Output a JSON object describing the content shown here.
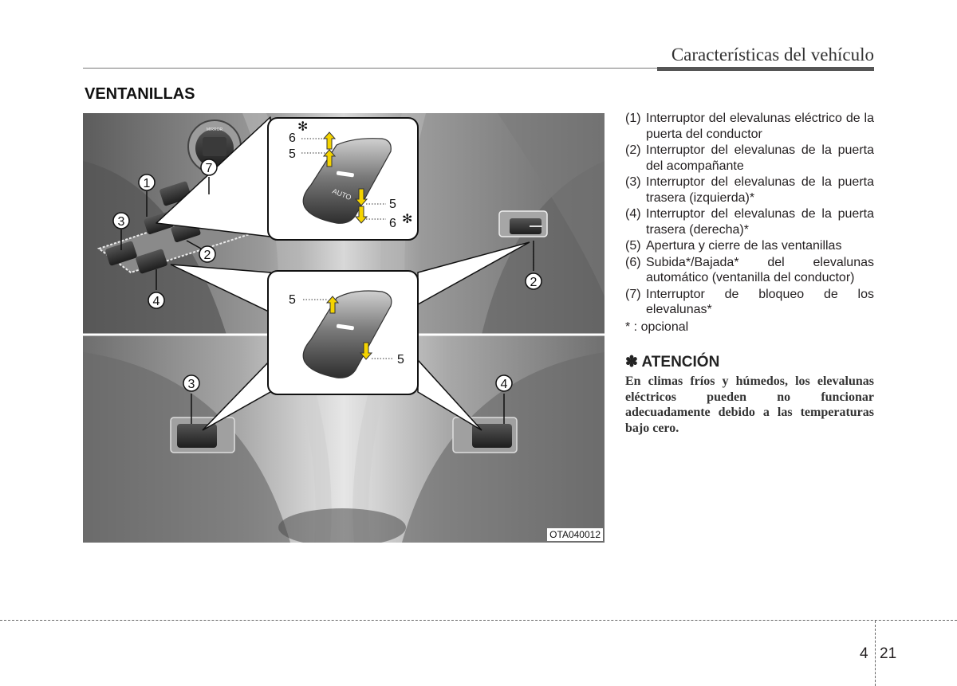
{
  "header": {
    "title": "Características del vehículo"
  },
  "section": {
    "heading": "VENTANILLAS"
  },
  "figure": {
    "code": "OTA040012",
    "mirror_label": "MIRROR",
    "auto_label": "AUTO",
    "markers": [
      "1",
      "2",
      "3",
      "4",
      "7",
      "2",
      "3",
      "4"
    ],
    "callout_top": {
      "label_6_up": "6",
      "label_5_up": "5",
      "label_5_down": "5",
      "label_6_down": "6",
      "asterisk": "✻"
    },
    "callout_mid": {
      "label_5_up": "5",
      "label_5_down": "5"
    }
  },
  "legend": [
    {
      "num": "(1)",
      "text": "Interruptor del elevalunas eléctrico de la puerta del conductor"
    },
    {
      "num": "(2)",
      "text": "Interruptor del elevalunas de la puerta del acompañante"
    },
    {
      "num": "(3)",
      "text": "Interruptor del elevalunas de la puerta trasera (izquierda)*"
    },
    {
      "num": "(4)",
      "text": "Interruptor del elevalunas de la puerta trasera (derecha)*"
    },
    {
      "num": "(5)",
      "text": "Apertura y cierre de las ventanillas"
    },
    {
      "num": "(6)",
      "text": "Subida*/Bajada* del elevalunas automático (ventanilla del conductor)"
    },
    {
      "num": "(7)",
      "text": "Interruptor de bloqueo de los elevalunas*"
    }
  ],
  "optional_note": "* : opcional",
  "caution": {
    "title": "✽ ATENCIÓN",
    "text": "En climas fríos y húmedos, los elevalunas eléctricos pueden no funcionar adecuadamente debido a las temperaturas bajo cero."
  },
  "footer": {
    "chapter": "4",
    "page": "21"
  }
}
